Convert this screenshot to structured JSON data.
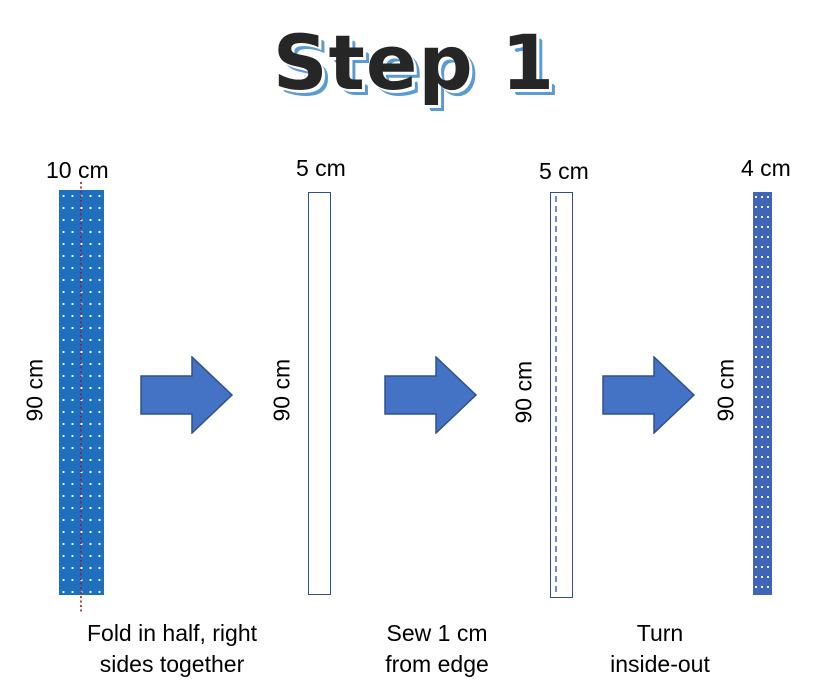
{
  "title": "Step 1",
  "colors": {
    "fabric": "#1e6fbd",
    "fabric_final": "#4064b8",
    "arrow": "#4472c4",
    "outline": "#2f4e9b",
    "fold_line": "#9b1c2e",
    "title_shadow": "#5b9bd5"
  },
  "strips": [
    {
      "width_label": "10 cm",
      "length_label": "90 cm",
      "state": "flat fabric strip"
    },
    {
      "width_label": "5 cm",
      "length_label": "90 cm",
      "state": "folded"
    },
    {
      "width_label": "5 cm",
      "length_label": "90 cm",
      "state": "sewn"
    },
    {
      "width_label": "4 cm",
      "length_label": "90 cm",
      "state": "turned"
    }
  ],
  "steps": [
    {
      "line1": "Fold in half, right",
      "line2": "sides together"
    },
    {
      "line1": "Sew 1 cm",
      "line2": "from edge"
    },
    {
      "line1": "Turn",
      "line2": "inside-out"
    }
  ]
}
